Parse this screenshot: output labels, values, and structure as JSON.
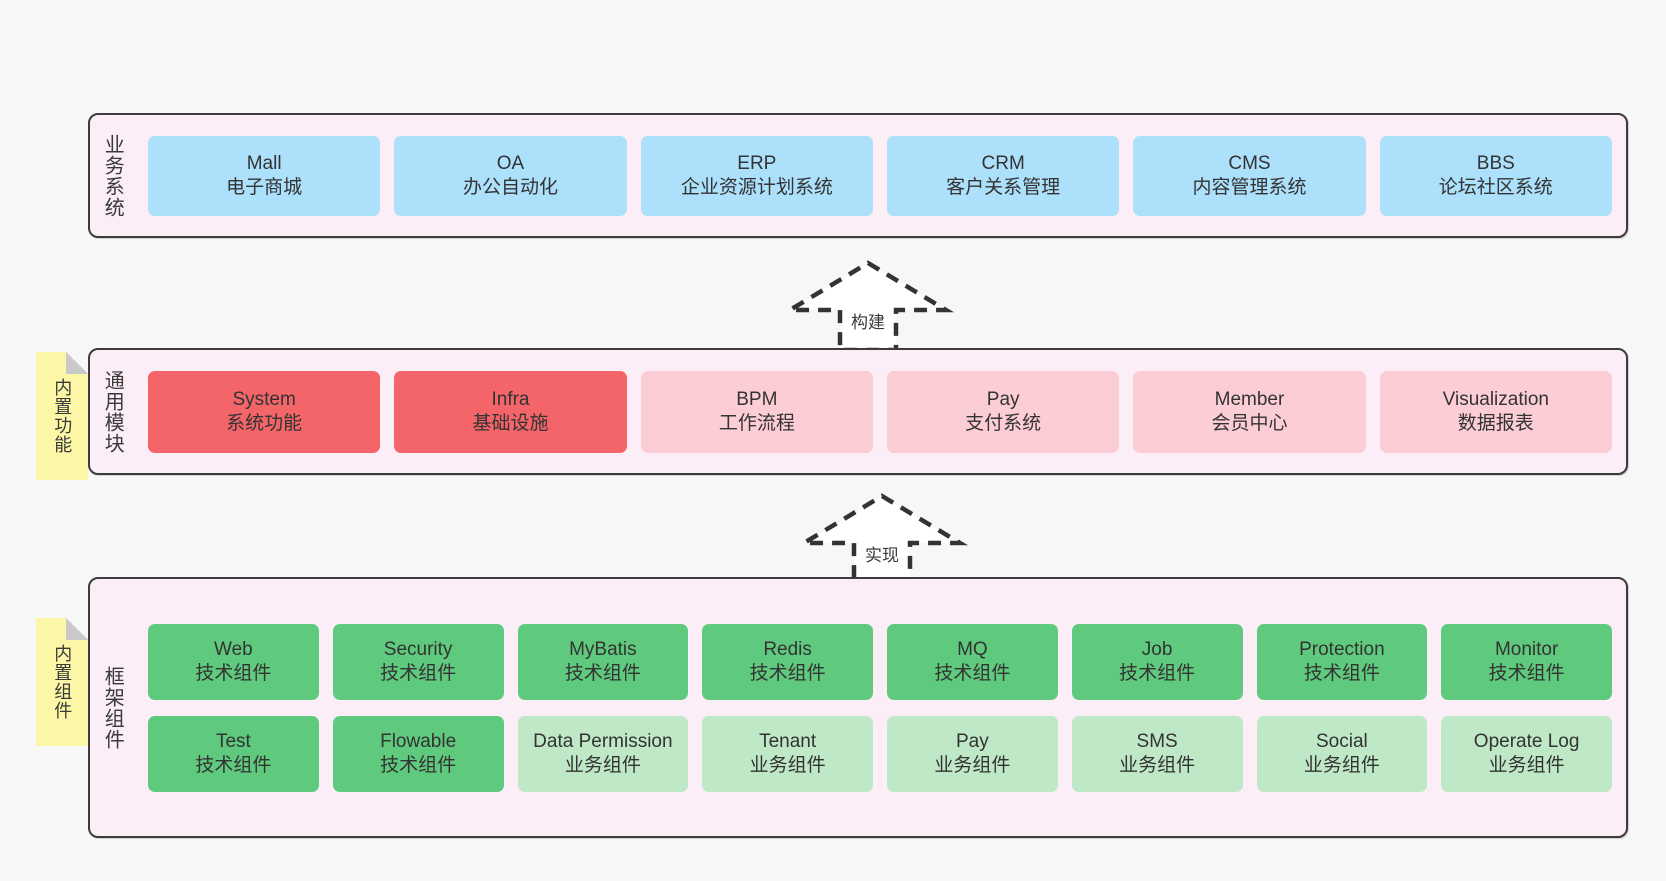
{
  "colors": {
    "panel_bg": "#fbeef6",
    "panel_border": "#3c3c3c",
    "business_card": "#ace0fb",
    "module_core": "#f4656a",
    "module_plain": "#fccdd5",
    "component_tech": "#5fca7d",
    "component_biz": "#bfe8c6",
    "sticky": "#fbf7a6",
    "background": "#f7f7f7"
  },
  "layers": {
    "business": {
      "title": "业务系统",
      "cards": [
        {
          "en": "Mall",
          "cn": "电子商城"
        },
        {
          "en": "OA",
          "cn": "办公自动化"
        },
        {
          "en": "ERP",
          "cn": "企业资源计划系统"
        },
        {
          "en": "CRM",
          "cn": "客户关系管理"
        },
        {
          "en": "CMS",
          "cn": "内容管理系统"
        },
        {
          "en": "BBS",
          "cn": "论坛社区系统"
        }
      ]
    },
    "common": {
      "title": "通用模块",
      "sticky": "内置功能",
      "cards": [
        {
          "en": "System",
          "cn": "系统功能",
          "style": "red"
        },
        {
          "en": "Infra",
          "cn": "基础设施",
          "style": "red"
        },
        {
          "en": "BPM",
          "cn": "工作流程",
          "style": "pink"
        },
        {
          "en": "Pay",
          "cn": "支付系统",
          "style": "pink"
        },
        {
          "en": "Member",
          "cn": "会员中心",
          "style": "pink"
        },
        {
          "en": "Visualization",
          "cn": "数据报表",
          "style": "pink"
        }
      ]
    },
    "framework": {
      "title": "框架组件",
      "sticky": "内置组件",
      "row1": [
        {
          "en": "Web",
          "cn": "技术组件",
          "style": "green"
        },
        {
          "en": "Security",
          "cn": "技术组件",
          "style": "green"
        },
        {
          "en": "MyBatis",
          "cn": "技术组件",
          "style": "green"
        },
        {
          "en": "Redis",
          "cn": "技术组件",
          "style": "green"
        },
        {
          "en": "MQ",
          "cn": "技术组件",
          "style": "green"
        },
        {
          "en": "Job",
          "cn": "技术组件",
          "style": "green"
        },
        {
          "en": "Protection",
          "cn": "技术组件",
          "style": "green"
        },
        {
          "en": "Monitor",
          "cn": "技术组件",
          "style": "green"
        }
      ],
      "row2": [
        {
          "en": "Test",
          "cn": "技术组件",
          "style": "green"
        },
        {
          "en": "Flowable",
          "cn": "技术组件",
          "style": "green"
        },
        {
          "en": "Data Permission",
          "cn": "业务组件",
          "style": "lgreen"
        },
        {
          "en": "Tenant",
          "cn": "业务组件",
          "style": "lgreen"
        },
        {
          "en": "Pay",
          "cn": "业务组件",
          "style": "lgreen"
        },
        {
          "en": "SMS",
          "cn": "业务组件",
          "style": "lgreen"
        },
        {
          "en": "Social",
          "cn": "业务组件",
          "style": "lgreen"
        },
        {
          "en": "Operate Log",
          "cn": "业务组件",
          "style": "lgreen"
        }
      ]
    }
  },
  "arrows": {
    "build": {
      "label": "构建",
      "icon": "up-arrow-dashed-icon"
    },
    "implement": {
      "label": "实现",
      "icon": "up-arrow-dashed-icon"
    }
  }
}
